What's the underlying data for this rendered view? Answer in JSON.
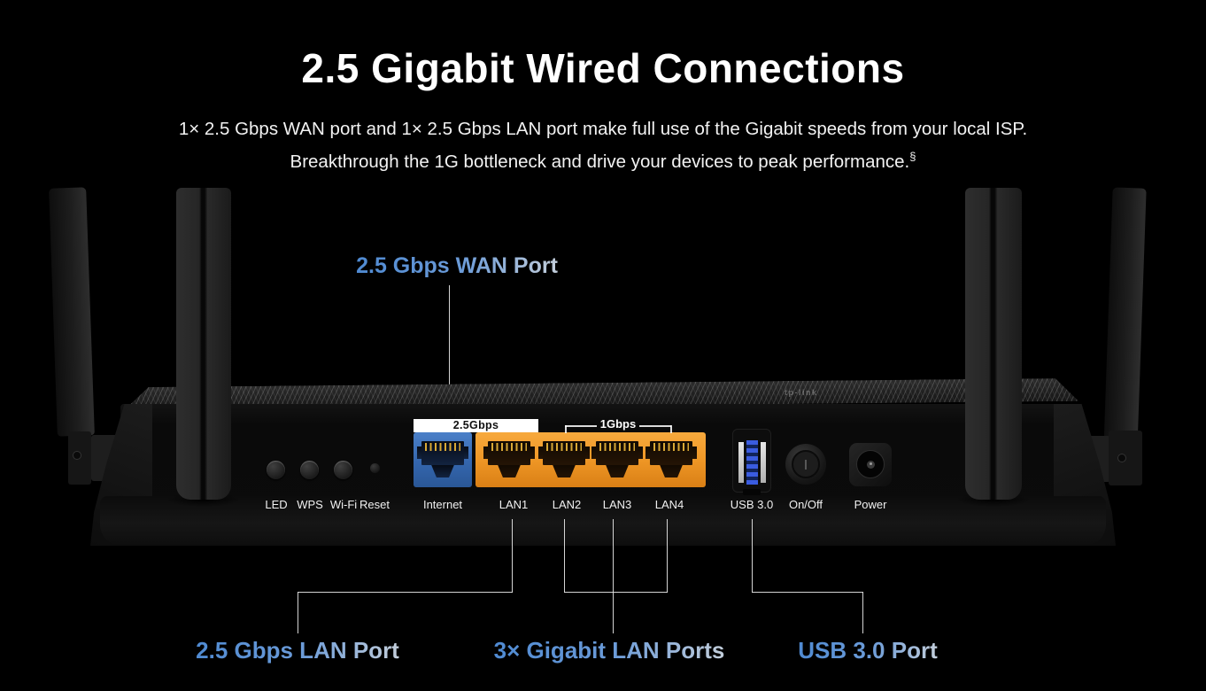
{
  "page": {
    "title": "2.5 Gigabit Wired Connections",
    "subtitle_line1": "1× 2.5 Gbps WAN port and 1× 2.5 Gbps LAN port make full use of the Gigabit speeds from your local ISP.",
    "subtitle_line2": "Breakthrough the 1G bottleneck and drive your devices to peak performance.",
    "footnote_marker": "§"
  },
  "callouts": {
    "wan_port": "2.5 Gbps WAN Port",
    "lan_25g_port": "2.5 Gbps LAN Port",
    "gigabit_lan_ports": "3× Gigabit LAN Ports",
    "usb_port": "USB 3.0 Port"
  },
  "router": {
    "brand_logo": "tp-link",
    "speed_tags": {
      "wan": "2.5Gbps",
      "lan": "1Gbps"
    },
    "panel_labels": [
      "LED",
      "WPS",
      "Wi-Fi",
      "Reset",
      "Internet",
      "LAN1",
      "LAN2",
      "LAN3",
      "LAN4",
      "USB 3.0",
      "On/Off",
      "Power"
    ]
  },
  "colors": {
    "background": "#000000",
    "heading-text": "#ffffff",
    "body-text": "#f2f2f2",
    "accent-blue": "#4f8ad2",
    "accent-blue-light": "#c3cedb",
    "wan-port-blue": "#3466ae",
    "lan-port-orange": "#ef9726",
    "usb-insert-blue": "#3a5ce0",
    "pin-gold": "#d8a835",
    "callout-line": "#e6e6e6"
  }
}
